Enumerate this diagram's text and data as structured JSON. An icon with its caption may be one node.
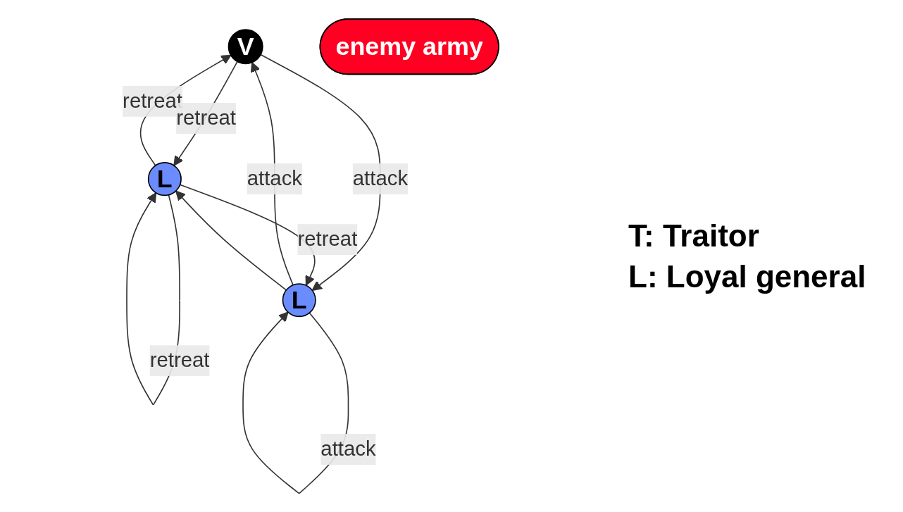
{
  "diagram": {
    "nodes": [
      {
        "text": [
          "V"
        ]
      },
      {
        "text": [
          "L"
        ]
      },
      {
        "text": [
          "enemy army"
        ]
      },
      {
        "text": [
          "L"
        ]
      }
    ],
    "edges": [
      {
        "from": 1,
        "to": 0,
        "arrow": "to",
        "label": "retreat"
      },
      {
        "from": 0,
        "to": 1,
        "arrow": "to",
        "label": "retreat"
      },
      {
        "from": 1,
        "to": 1,
        "arrow": "to",
        "label": "retreat"
      },
      {
        "from": 0,
        "to": 3,
        "arrow": "to",
        "label": "attack"
      },
      {
        "from": 3,
        "to": 0,
        "arrow": "to",
        "label": "attack"
      },
      {
        "from": 3,
        "to": 1,
        "arrow": "to"
      },
      {
        "from": 1,
        "to": 3,
        "arrow": "to",
        "label": "retreat"
      },
      {
        "from": 3,
        "to": 3,
        "arrow": "to",
        "label": "attack"
      }
    ],
    "labels": [
      "T: Traitor",
      "L: Loyal general"
    ]
  }
}
